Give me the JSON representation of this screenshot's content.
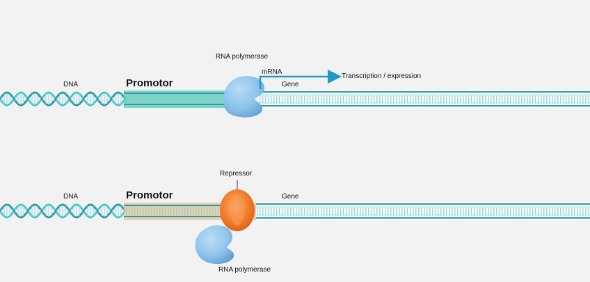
{
  "diagram": {
    "top_panel": {
      "dna_label": "DNA",
      "promotor_label": "Promotor",
      "polymerase_label": "RNA polymerase",
      "mrna_label": "mRNA",
      "transcription_label": "Transcription / expression",
      "gene_label": "Gene"
    },
    "bottom_panel": {
      "dna_label": "DNA",
      "promotor_label": "Promotor",
      "repressor_label": "Repressor",
      "gene_label": "Gene",
      "polymerase_label": "RNA polymerase"
    }
  },
  "colors": {
    "background": "#f2f2f2",
    "dna_strand": "#4cc6c8",
    "dna_strand_dark": "#2a9aa5",
    "promotor_active": "#55c9b2",
    "promotor_repressed": "#e7c9a2",
    "polymerase": "#8ec3ec",
    "repressor": "#f07c2a",
    "arrow": "#1f9ac7"
  }
}
